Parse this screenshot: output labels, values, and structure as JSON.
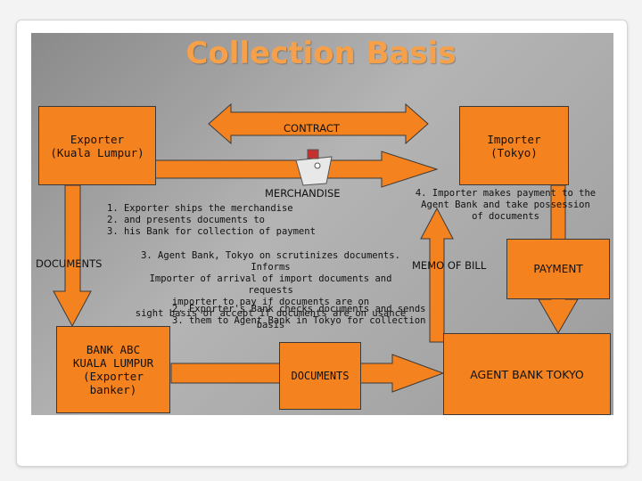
{
  "title": "Collection Basis",
  "boxes": {
    "exporter": "Exporter\n(Kuala Lumpur)",
    "importer": "Importer\n(Tokyo)",
    "bank_abc": "BANK ABC\nKUALA LUMPUR\n(Exporter banker)",
    "documents_center": "DOCUMENTS",
    "agent_bank": "AGENT BANK TOKYO",
    "payment": "PAYMENT",
    "memo_of_bill": "MEMO OF BILL"
  },
  "labels": {
    "contract": "CONTRACT",
    "merchandise": "MERCHANDISE",
    "documents_left": "DOCUMENTS"
  },
  "steps": {
    "step1": "1.    Exporter ships the merchandise\n2.    and presents documents to\n3.    his Bank for collection of payment",
    "step2": "2.    Exporter's Bank checks documents and sends\n3.    them to Agent Bank in Tokyo for collection",
    "step3": "3. Agent Bank, Tokyo on scrutinizes documents. Informs\nImporter of arrival of import documents and requests\nimporter to pay if documents are on\nsight basis or accept if documents are on usance basis",
    "step4": "4. Importer makes payment to the\nAgent Bank and take possession\nof documents"
  },
  "colors": {
    "box_fill": "#f4821f",
    "title": "#f6a04a",
    "panel": "#a3a3a3"
  }
}
